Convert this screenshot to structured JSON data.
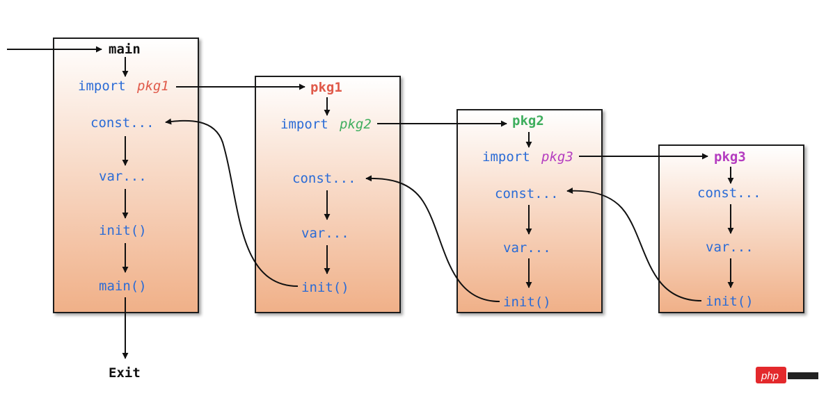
{
  "colors": {
    "keyword": "#2a6bd6",
    "pkg1": "#e05a4a",
    "pkg2": "#3fae5e",
    "pkg3": "#b43cc0",
    "box_top": "#ffffff",
    "box_bottom": "#f0b088",
    "watermark": "#e3292c"
  },
  "main": {
    "title": "main",
    "import_kw": "import",
    "import_pkg": "pkg1",
    "const": "const...",
    "var": "var...",
    "init": "init()",
    "main_call": "main()",
    "exit": "Exit"
  },
  "pkg1": {
    "title": "pkg1",
    "import_kw": "import",
    "import_pkg": "pkg2",
    "const": "const...",
    "var": "var...",
    "init": "init()"
  },
  "pkg2": {
    "title": "pkg2",
    "import_kw": "import",
    "import_pkg": "pkg3",
    "const": "const...",
    "var": "var...",
    "init": "init()"
  },
  "pkg3": {
    "title": "pkg3",
    "const": "const...",
    "var": "var...",
    "init": "init()"
  },
  "watermark": {
    "label": "php"
  }
}
